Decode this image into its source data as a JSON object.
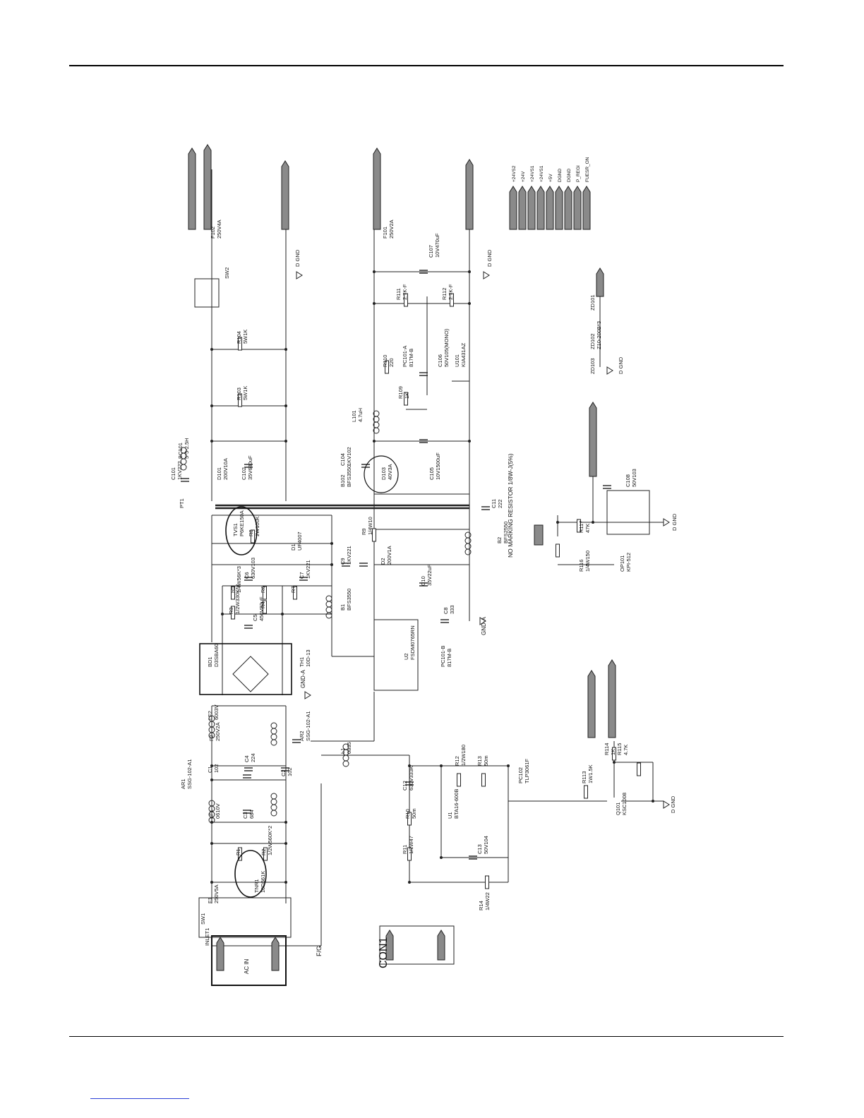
{
  "schematic": {
    "connector_label": "CON1",
    "note": "NO MARKING RESISTOR 1/8W-J(5%)",
    "inlet": {
      "ref": "INLET1",
      "label": "AC IN"
    },
    "fg": "F/G",
    "gnd_a": "GND-A",
    "dgnd": "D GND",
    "components": [
      {
        "ref": "SW1",
        "value": ""
      },
      {
        "ref": "F1",
        "value": "250V5A"
      },
      {
        "ref": "TNR1",
        "value": "10D561K"
      },
      {
        "ref": "R1",
        "value": ""
      },
      {
        "ref": "R2",
        "value": "1/2W560K*2"
      },
      {
        "ref": "LF1",
        "value": "0610V"
      },
      {
        "ref": "C3",
        "value": "684"
      },
      {
        "ref": "C1",
        "value": "102"
      },
      {
        "ref": "C2",
        "value": "102"
      },
      {
        "ref": "AR1",
        "value": "SSG-102-A1"
      },
      {
        "ref": "C4",
        "value": "224"
      },
      {
        "ref": "F2",
        "value": "250V2A"
      },
      {
        "ref": "LF2",
        "value": "6003V"
      },
      {
        "ref": "AR2",
        "value": "SSG-102-A1"
      },
      {
        "ref": "BD1",
        "value": "D3SBA60"
      },
      {
        "ref": "TH1",
        "value": "10D-13"
      },
      {
        "ref": "C5",
        "value": "450V82uF"
      },
      {
        "ref": "R3",
        "value": "1/2W330K*2"
      },
      {
        "ref": "R4",
        "value": ""
      },
      {
        "ref": "R5",
        "value": "1/4W56K*3"
      },
      {
        "ref": "R6",
        "value": ""
      },
      {
        "ref": "R7",
        "value": ""
      },
      {
        "ref": "C6",
        "value": "630V103"
      },
      {
        "ref": "C7",
        "value": "1KV221"
      },
      {
        "ref": "R8",
        "value": "2W100K"
      },
      {
        "ref": "D1",
        "value": "UF4007"
      },
      {
        "ref": "TVS1",
        "value": "P6KE150A"
      },
      {
        "ref": "C9",
        "value": "1KV221"
      },
      {
        "ref": "B1",
        "value": "BFS3550"
      },
      {
        "ref": "U2",
        "value": "FSDM0765RN"
      },
      {
        "ref": "D2",
        "value": "200V1A"
      },
      {
        "ref": "R9",
        "value": "1/4W10"
      },
      {
        "ref": "C10",
        "value": "35V22uF"
      },
      {
        "ref": "C8",
        "value": "333"
      },
      {
        "ref": "PC101-B",
        "value": "817M-B"
      },
      {
        "ref": "B2",
        "value": "BFS2550"
      },
      {
        "ref": "PT1",
        "value": ""
      },
      {
        "ref": "C101",
        "value": "1KV222"
      },
      {
        "ref": "D101",
        "value": "200V10A"
      },
      {
        "ref": "BC101",
        "value": "5*5-2.5H"
      },
      {
        "ref": "C102",
        "value": "35V680uF"
      },
      {
        "ref": "R103",
        "value": "5W1K"
      },
      {
        "ref": "R104",
        "value": "5W1K"
      },
      {
        "ref": "SW2",
        "value": ""
      },
      {
        "ref": "F102",
        "value": "250V4A"
      },
      {
        "ref": "B102",
        "value": "BFS3550"
      },
      {
        "ref": "C104",
        "value": "1KV102"
      },
      {
        "ref": "D103",
        "value": "40V3A"
      },
      {
        "ref": "C105",
        "value": "10V1500uF"
      },
      {
        "ref": "L101",
        "value": "4.7uH"
      },
      {
        "ref": "R109",
        "value": "1K"
      },
      {
        "ref": "R110",
        "value": "220"
      },
      {
        "ref": "PC101-A",
        "value": "817M-B"
      },
      {
        "ref": "C106",
        "value": "50V105(MONO)"
      },
      {
        "ref": "U101",
        "value": "KIA431AZ"
      },
      {
        "ref": "R111",
        "value": "2.7K-F"
      },
      {
        "ref": "R112",
        "value": "2.7K-F"
      },
      {
        "ref": "C107",
        "value": "10V470uF"
      },
      {
        "ref": "F101",
        "value": "250V2A"
      },
      {
        "ref": "C11",
        "value": "222"
      },
      {
        "ref": "L1",
        "value": "0835"
      },
      {
        "ref": "C12",
        "value": "630V333K"
      },
      {
        "ref": "R10",
        "value": "50m"
      },
      {
        "ref": "R11",
        "value": "1/2W47"
      },
      {
        "ref": "U1",
        "value": "BTA16-600B"
      },
      {
        "ref": "R12",
        "value": "1/2W180"
      },
      {
        "ref": "R13",
        "value": "50m"
      },
      {
        "ref": "C13",
        "value": "50V104"
      },
      {
        "ref": "R14",
        "value": "1/4W22"
      },
      {
        "ref": "PC102",
        "value": "TLP3061F"
      },
      {
        "ref": "R113",
        "value": "1W1.5K"
      },
      {
        "ref": "R114",
        "value": "1K"
      },
      {
        "ref": "R115",
        "value": "4.7K"
      },
      {
        "ref": "Q101",
        "value": "KSC1008"
      },
      {
        "ref": "R116",
        "value": "1/4W150"
      },
      {
        "ref": "R117",
        "value": "47K"
      },
      {
        "ref": "OP101",
        "value": "KPI-512"
      },
      {
        "ref": "C108",
        "value": "50V103"
      },
      {
        "ref": "ZD101",
        "value": ""
      },
      {
        "ref": "ZD102",
        "value": "Z10-200B*3"
      },
      {
        "ref": "ZD103",
        "value": ""
      }
    ],
    "legend": [
      "+24VS2",
      "+24V",
      "+24VS1",
      "+24VS1",
      "+5V",
      "DGND",
      "DGND",
      "P_REGI",
      "FUESR_ON"
    ]
  }
}
